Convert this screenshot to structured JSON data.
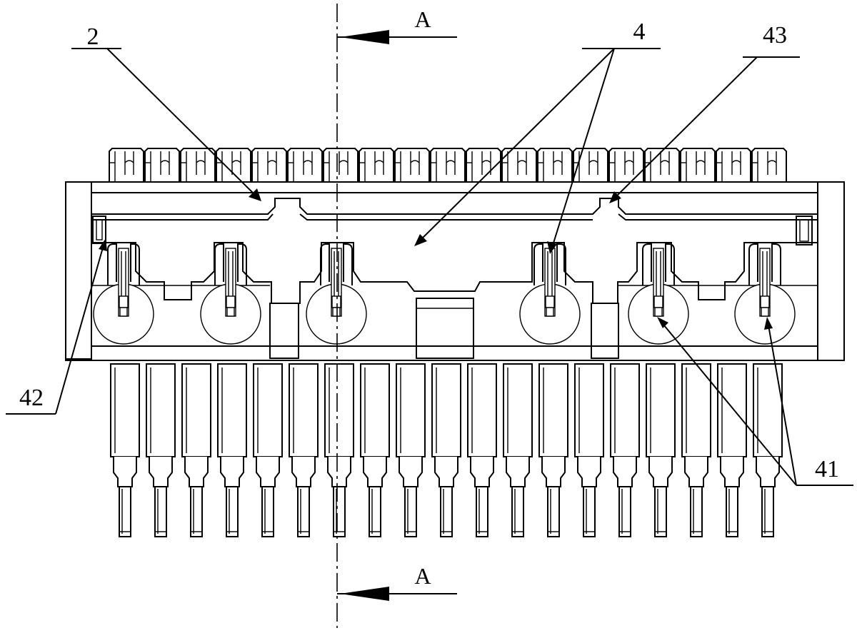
{
  "figure": {
    "section_marker_top": "A",
    "section_marker_bottom": "A",
    "callouts": [
      {
        "id": "callout-2",
        "text": "2"
      },
      {
        "id": "callout-4",
        "text": "4"
      },
      {
        "id": "callout-43",
        "text": "43"
      },
      {
        "id": "callout-42",
        "text": "42"
      },
      {
        "id": "callout-41",
        "text": "41"
      }
    ],
    "top_teeth_count": 19,
    "bottom_pins_count": 19,
    "circular_parts_count": 6,
    "slotted_brackets_count": 6
  }
}
